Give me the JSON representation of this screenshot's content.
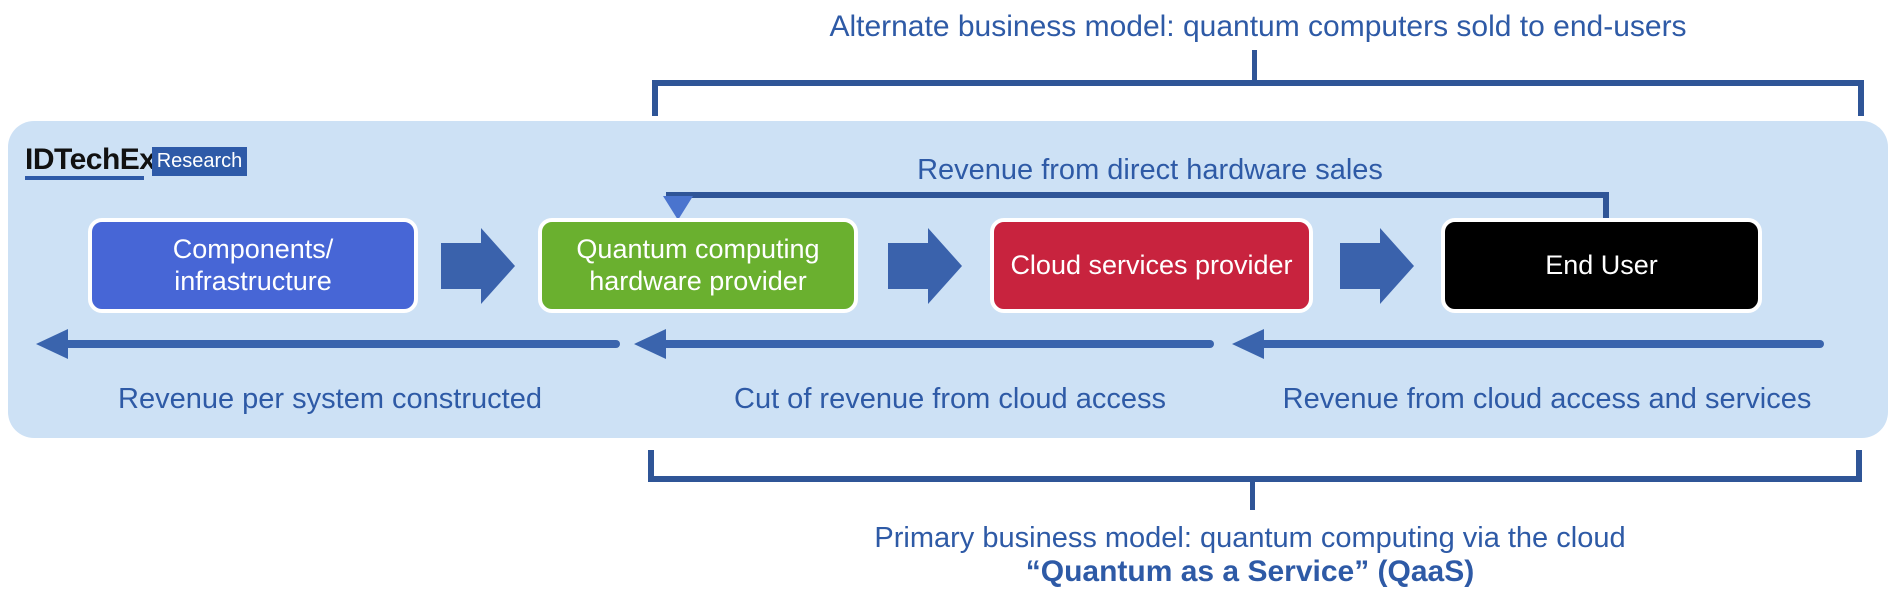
{
  "colors": {
    "panel_bg": "#CDE1F5",
    "bracket_blue": "#2F5597",
    "block_arrow_blue": "#3A62AC",
    "thin_arrow_blue": "#3A64AD",
    "elbow_arrowhead_blue": "#4A74CE",
    "text_blue": "#2E5AA6",
    "logo_badge_blue": "#2E5AA8",
    "box_components_fill": "#4766D6",
    "box_hardware_fill": "#6AB02F",
    "box_cloud_fill": "#C8233E",
    "box_enduser_fill": "#000000",
    "box_text": "#FFFFFF"
  },
  "top": {
    "label": "Alternate business model: quantum computers sold to end-users"
  },
  "logo": {
    "brand": "IDTechEx",
    "badge": "Research"
  },
  "diagram": {
    "hardware_sales_label": "Revenue from direct hardware sales",
    "boxes": [
      {
        "line1": "Components/",
        "line2": "infrastructure",
        "fill": "#4766D6"
      },
      {
        "line1": "Quantum computing",
        "line2": "hardware provider",
        "fill": "#6AB02F"
      },
      {
        "line1": "Cloud services provider",
        "line2": "",
        "fill": "#C8233E"
      },
      {
        "line1": "End User",
        "line2": "",
        "fill": "#000000"
      }
    ],
    "revenue_labels": [
      "Revenue per system constructed",
      "Cut of revenue from cloud access",
      "Revenue from cloud access and services"
    ]
  },
  "bottom": {
    "label": "Primary business model: quantum computing via the cloud",
    "sublabel": "“Quantum as a Service” (QaaS)"
  }
}
